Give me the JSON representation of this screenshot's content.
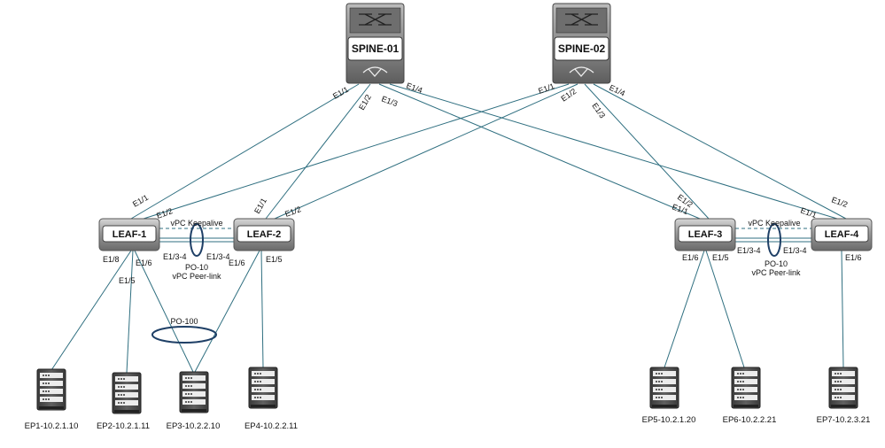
{
  "spines": [
    {
      "id": "spine-01",
      "name": "SPINE-01"
    },
    {
      "id": "spine-02",
      "name": "SPINE-02"
    }
  ],
  "leaves": [
    {
      "id": "leaf-1",
      "name": "LEAF-1"
    },
    {
      "id": "leaf-2",
      "name": "LEAF-2"
    },
    {
      "id": "leaf-3",
      "name": "LEAF-3"
    },
    {
      "id": "leaf-4",
      "name": "LEAF-4"
    }
  ],
  "endpoints": [
    {
      "id": "ep1",
      "label": "EP1-10.2.1.10"
    },
    {
      "id": "ep2",
      "label": "EP2-10.2.1.11"
    },
    {
      "id": "ep3",
      "label": "EP3-10.2.2.10"
    },
    {
      "id": "ep4",
      "label": "EP4-10.2.2.11"
    },
    {
      "id": "ep5",
      "label": "EP5-10.2.1.20"
    },
    {
      "id": "ep6",
      "label": "EP6-10.2.2.21"
    },
    {
      "id": "ep7",
      "label": "EP7-10.2.3.21"
    }
  ],
  "vpc_left": {
    "keepalive": "vPC Keepalive",
    "po": "PO-10",
    "peer_link": "vPC Peer-link",
    "port_a": "E1/3-4",
    "port_b": "E1/3-4"
  },
  "vpc_right": {
    "keepalive": "vPC Keepalive",
    "po": "PO-10",
    "peer_link": "vPC Peer-link",
    "port_a": "E1/3-4",
    "port_b": "E1/3-4"
  },
  "po100": "PO-100",
  "ports": {
    "s1_e11": "E1/1",
    "s1_e12": "E1/2",
    "s1_e13": "E1/3",
    "s1_e14": "E1/4",
    "s2_e11": "E1/1",
    "s2_e12": "E1/2",
    "s2_e13": "E1/3",
    "s2_e14": "E1/4",
    "l1_e11": "E1/1",
    "l1_e12": "E1/2",
    "l1_e18": "E1/8",
    "l1_e16": "E1/6",
    "l1_e15": "E1/5",
    "l2_e11": "E1/1",
    "l2_e12": "E1/2",
    "l2_e16": "E1/6",
    "l2_e15": "E1/5",
    "l3_e12": "E1/2",
    "l3_e11": "E1/1",
    "l3_e16": "E1/6",
    "l3_e15": "E1/5",
    "l4_e11": "E1/1",
    "l4_e12": "E1/2",
    "l4_e16": "E1/6"
  }
}
